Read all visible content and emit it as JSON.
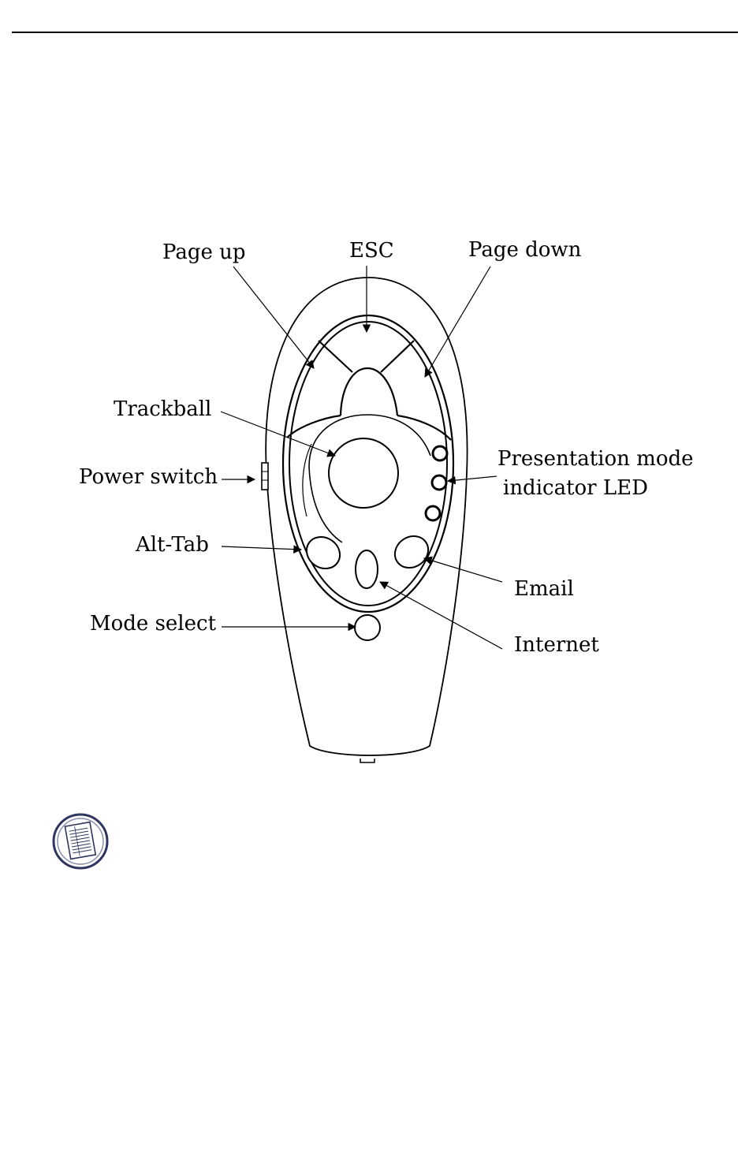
{
  "labels": {
    "page_up": "Page up",
    "esc": "ESC",
    "page_down": "Page down",
    "trackball": "Trackball",
    "power_switch": "Power switch",
    "presentation_line1": "Presentation mode",
    "presentation_line2": "indicator LED",
    "alt_tab": "Alt-Tab",
    "email": "Email",
    "mode_select": "Mode select",
    "internet": "Internet"
  },
  "note_icon": "notepad-icon",
  "colors": {
    "line": "#000000",
    "note_ring": "#2e3560"
  }
}
